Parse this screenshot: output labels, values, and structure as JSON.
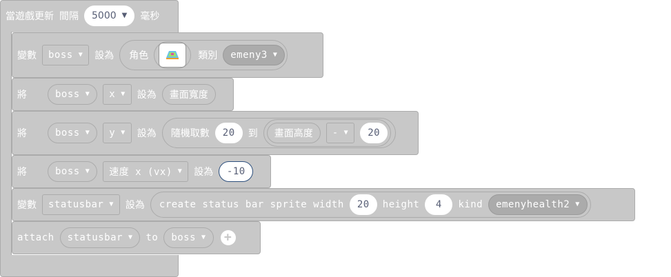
{
  "hat": {
    "label_event": "當遊戲更新",
    "label_interval": "間隔",
    "interval_value": "5000",
    "label_unit": "毫秒"
  },
  "block1": {
    "label_var": "變數",
    "var_name": "boss",
    "label_set": "設為",
    "label_sprite": "角色",
    "label_kind": "類別",
    "kind_value": "emeny3"
  },
  "block2": {
    "label_set": "將",
    "var_name": "boss",
    "prop": "x",
    "label_to": "設為",
    "value_label": "畫面寬度"
  },
  "block3": {
    "label_set": "將",
    "var_name": "boss",
    "prop": "y",
    "label_to": "設為",
    "random_label": "隨機取數",
    "random_from": "20",
    "random_to_label": "到",
    "screen_height_label": "畫面高度",
    "operator": "-",
    "operand": "20"
  },
  "block4": {
    "label_set": "將",
    "var_name": "boss",
    "prop": "速度 x (vx)",
    "label_to": "設為",
    "value": "-10"
  },
  "block5": {
    "label_var": "變數",
    "var_name": "statusbar",
    "label_set": "設為",
    "create_label": "create status bar sprite width",
    "width": "20",
    "height_label": "height",
    "height": "4",
    "kind_label": "kind",
    "kind_value": "emenyhealth2"
  },
  "block6": {
    "attach_label": "attach",
    "var_name": "statusbar",
    "to_label": "to",
    "target": "boss"
  },
  "icons": {
    "dropdown": "caret-down-icon",
    "add": "plus-circle-icon",
    "sprite": "sprite-thumbnail-icon"
  },
  "colors": {
    "block_fill": "#c8c8c8",
    "block_border": "#ababab",
    "field_text": "#575e75"
  }
}
